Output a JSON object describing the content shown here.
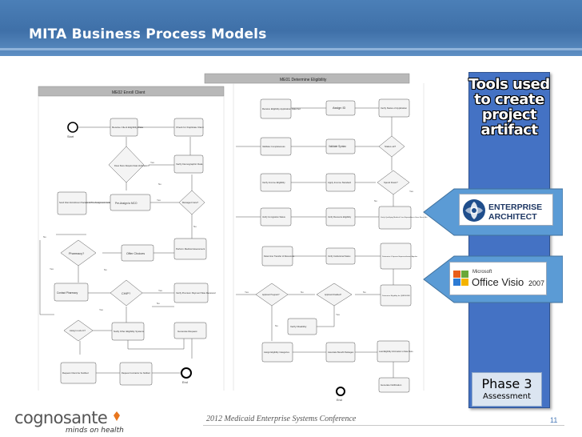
{
  "slide": {
    "title": "MITA Business Process Models",
    "page_number": "11"
  },
  "diagram": {
    "left_title": "ME02 Enroll Client",
    "right_title": "ME01 Determine Eligibility",
    "left_nodes": {
      "start": "Start",
      "receive": "Receive Client Eligibility Data",
      "check_dup": "Check for Duplicate Client",
      "does_store": "Does Store Require Data Verification?",
      "verify_demo": "Verify Demographic Data",
      "send_client": "Send Client Enrollment Packets & Pre-Assignment Letters",
      "pre_assign": "Pre-Assign to MCO",
      "managed_care": "Managed Care?",
      "pharmacy": "Pharmacy?",
      "offer_choices": "Offer Choices",
      "perform_medical": "Perform Medical Assessment",
      "contact_pharmacy": "Contact Pharmacy",
      "chip": "CHIP?",
      "verify_premium": "Verify Premium Payment Was Received",
      "assign_lock": "Assign Lock-In?",
      "notify_other": "Notify Other Eligibility Systems",
      "generate_request": "Generate Request",
      "request_client": "Request Client be Notified",
      "request_contractor": "Request Contractor be Notified",
      "end": "End"
    },
    "right_nodes": {
      "receive_app": "Receive Eligibility Application Data Set",
      "assign_id": "Assign ID",
      "verify_status": "Verify Status of Application",
      "validate_completeness": "Validate Completeness",
      "validate_syntax": "Validate Syntax",
      "status_ok": "Status ok?",
      "verify_income": "Verify Income Eligibility",
      "apply_income": "Apply Income Standard",
      "spend_down": "Spend Down?",
      "verify_immigration": "Verify Immigration Status",
      "verify_resource": "Verify Resource Eligibility",
      "verify_qualifying": "Verify Qualifying Medical Care Expenditures Have Been Met",
      "determine_transfer": "Determine Transfer of Resources",
      "verify_institutional": "Verify Institutional Status",
      "determine_spousal": "Determine if Spousal Impoverishment Applies",
      "applicant_pregnant": "Applicant Pregnant?",
      "applicant_disabled": "Applicant Disabled?",
      "determine_eligibility": "Determine Eligibility for QMB/SLMB",
      "verify_disability": "Verify Disability",
      "assign_categories": "Assign Eligibility Categories",
      "associate_benefit": "Associate Benefit Packages",
      "load_eligibility": "Load Eligibility Information to Data Store",
      "generate_notification": "Generate Notification",
      "end": "End"
    },
    "edge_labels": {
      "yes": "Yes",
      "no": "No"
    }
  },
  "sidebar": {
    "tools_title": "Tools used to create project artifact",
    "tools_lines": [
      "Tools used",
      "to create",
      "project",
      "artifact"
    ],
    "tools": [
      {
        "name": "ENTERPRISE",
        "sub": "ARCHITECT"
      },
      {
        "prefix": "Microsoft",
        "name": "Office Visio",
        "version": "2007"
      }
    ],
    "phase_title": "Phase 3",
    "phase_subtitle": "Assessment"
  },
  "footer": {
    "brand_name": "cognosante",
    "brand_tagline": "minds on health",
    "conference": "2012 Medicaid Enterprise Systems Conference"
  },
  "colors": {
    "header_blue": "#3f70a8",
    "sidebar_blue": "#4472c4",
    "callout_blue": "#5b9bd5",
    "phase_box": "#dbe5f1",
    "brand_orange": "#e8761e"
  }
}
